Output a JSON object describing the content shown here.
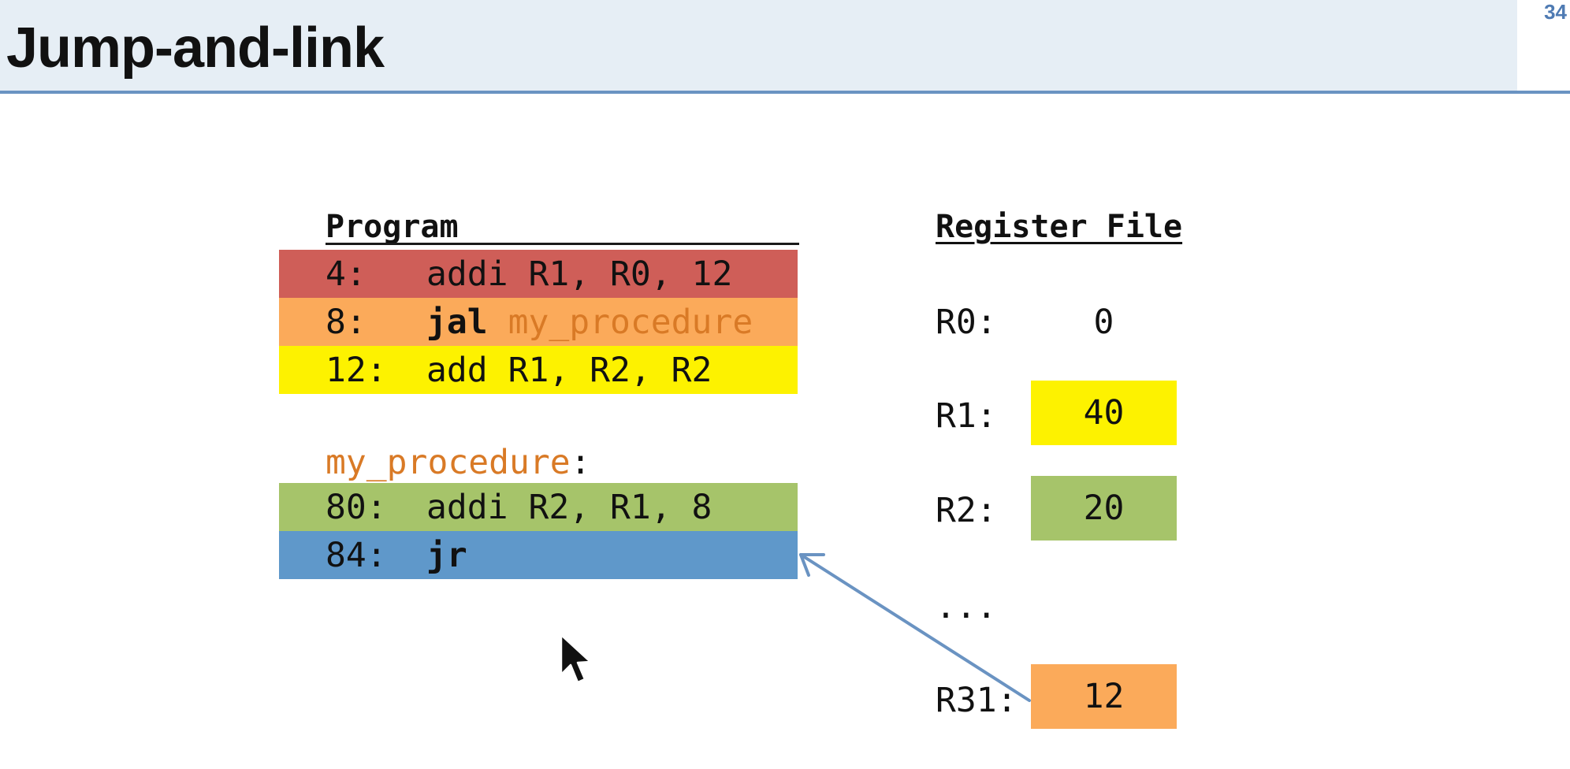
{
  "slide": {
    "title": "Jump-and-link",
    "page_number": "34"
  },
  "program": {
    "heading": "Program",
    "rows": [
      {
        "addr": "4:",
        "op": "addi",
        "args": "R1, R0, 12",
        "color": "#cf5e58"
      },
      {
        "addr": "8:",
        "op": "jal",
        "target": "my_procedure",
        "color": "#fbaa5a"
      },
      {
        "addr": "12:",
        "op": "add",
        "args": "R1, R2, R2",
        "color": "#fdf200"
      }
    ],
    "procedure_label": "my_procedure",
    "procedure_colon": ":",
    "procedure_rows": [
      {
        "addr": "80:",
        "op": "addi",
        "args": "R2, R1, 8",
        "color": "#a6c46a"
      },
      {
        "addr": "84:",
        "op": "jr",
        "color": "#5f98ca"
      }
    ]
  },
  "register_file": {
    "heading": "Register File",
    "registers": [
      {
        "name": "R0:",
        "value": "0",
        "color": ""
      },
      {
        "name": "R1:",
        "value": "40",
        "color": "#fdf200"
      },
      {
        "name": "R2:",
        "value": "20",
        "color": "#a6c46a"
      },
      {
        "name": "...",
        "value": "",
        "color": ""
      },
      {
        "name": "R31:",
        "value": "12",
        "color": "#fbaa5a"
      }
    ]
  },
  "colors": {
    "header_bg": "#e6eef5",
    "header_rule": "#6a93c2",
    "arrow": "#6a93c2",
    "label_orange": "#d97a26"
  }
}
